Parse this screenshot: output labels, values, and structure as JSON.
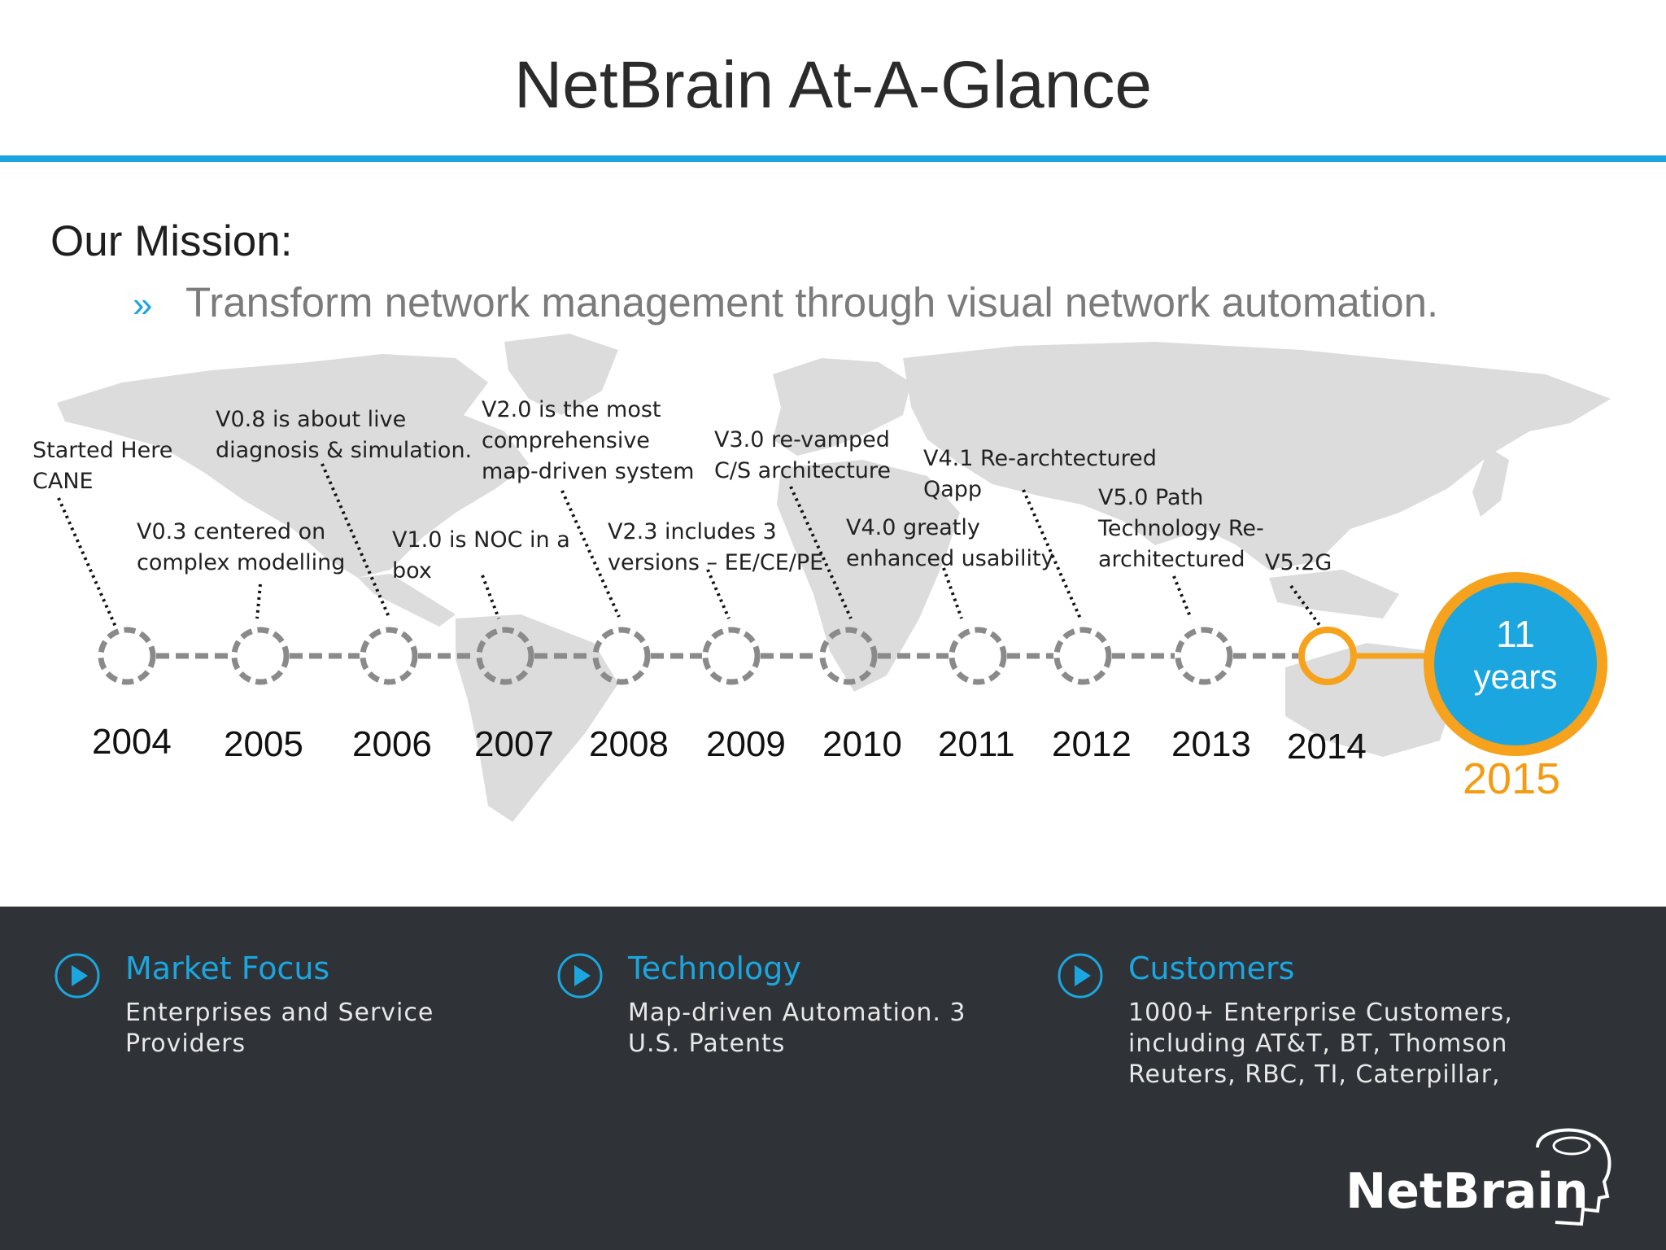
{
  "slide": {
    "title": "NetBrain At-A-Glance",
    "mission_heading": "Our Mission:",
    "mission_bullet": "»",
    "mission_text": "Transform network management through visual network automation."
  },
  "timeline": {
    "annotations": [
      {
        "lines": [
          "Started Here",
          "CANE"
        ]
      },
      {
        "lines": [
          "V0.3 centered on",
          "complex modelling"
        ]
      },
      {
        "lines": [
          "V0.8 is about live",
          "diagnosis & simulation."
        ]
      },
      {
        "lines": [
          "V1.0 is NOC in a",
          "box"
        ]
      },
      {
        "lines": [
          "V2.0 is the most",
          "comprehensive",
          "map-driven system"
        ]
      },
      {
        "lines": [
          "V2.3 includes 3",
          "versions – EE/CE/PE"
        ]
      },
      {
        "lines": [
          "V3.0 re-vamped",
          "C/S architecture"
        ]
      },
      {
        "lines": [
          "V4.0 greatly",
          "enhanced usability"
        ]
      },
      {
        "lines": [
          "V4.1 Re-archtectured",
          "Qapp"
        ]
      },
      {
        "lines": [
          "V5.0 Path",
          "Technology Re-",
          "architectured"
        ]
      },
      {
        "lines": [
          "V5.2G"
        ]
      }
    ],
    "years": [
      "2004",
      "2005",
      "2006",
      "2007",
      "2008",
      "2009",
      "2010",
      "2011",
      "2012",
      "2013",
      "2014"
    ],
    "final_year": "2015",
    "badge_number": "11",
    "badge_unit": "years",
    "colors": {
      "accent": "#1ba6df",
      "highlight": "#f6a21c",
      "node": "#8a8a8a",
      "map": "#dcdcdc"
    }
  },
  "footer": {
    "columns": [
      {
        "heading": "Market Focus",
        "lines": [
          "Enterprises and Service",
          "Providers"
        ],
        "icon": "play-icon"
      },
      {
        "heading": "Technology",
        "lines": [
          "Map-driven Automation. 3",
          "U.S. Patents"
        ],
        "icon": "play-icon"
      },
      {
        "heading": "Customers",
        "lines": [
          "1000+ Enterprise Customers,",
          "including AT&T, BT, Thomson",
          "Reuters, RBC, TI, Caterpillar,"
        ],
        "icon": "play-icon"
      }
    ],
    "logo_text": "NetBrain",
    "background": "#2f3337"
  }
}
